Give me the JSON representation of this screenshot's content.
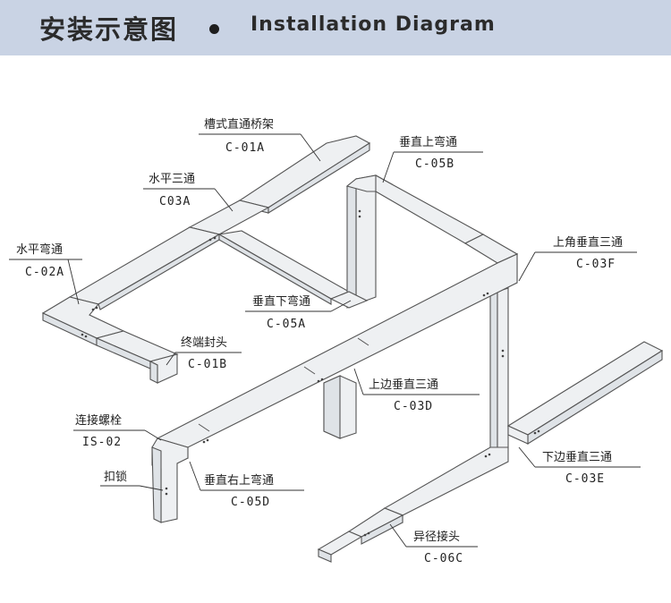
{
  "header": {
    "title_cn": "安装示意图",
    "title_en": "Installation Diagram"
  },
  "labels": [
    {
      "id": "c01a",
      "name": "槽式直通桥架",
      "code": "C-01A"
    },
    {
      "id": "c05b",
      "name": "垂直上弯通",
      "code": "C-05B"
    },
    {
      "id": "c03",
      "name": "水平三通",
      "code": "C03A"
    },
    {
      "id": "c02a",
      "name": "水平弯通",
      "code": "C-02A"
    },
    {
      "id": "c03f",
      "name": "上角垂直三通",
      "code": "C-03F"
    },
    {
      "id": "c05a",
      "name": "垂直下弯通",
      "code": "C-05A"
    },
    {
      "id": "c01b",
      "name": "终端封头",
      "code": "C-01B"
    },
    {
      "id": "c03d",
      "name": "上边垂直三通",
      "code": "C-03D"
    },
    {
      "id": "is02",
      "name": "连接螺栓",
      "code": "IS-02"
    },
    {
      "id": "lock",
      "name": "扣锁",
      "code": ""
    },
    {
      "id": "c05d",
      "name": "垂直右上弯通",
      "code": "C-05D"
    },
    {
      "id": "c03e",
      "name": "下边垂直三通",
      "code": "C-03E"
    },
    {
      "id": "c06c",
      "name": "异径接头",
      "code": "C-06C"
    }
  ]
}
